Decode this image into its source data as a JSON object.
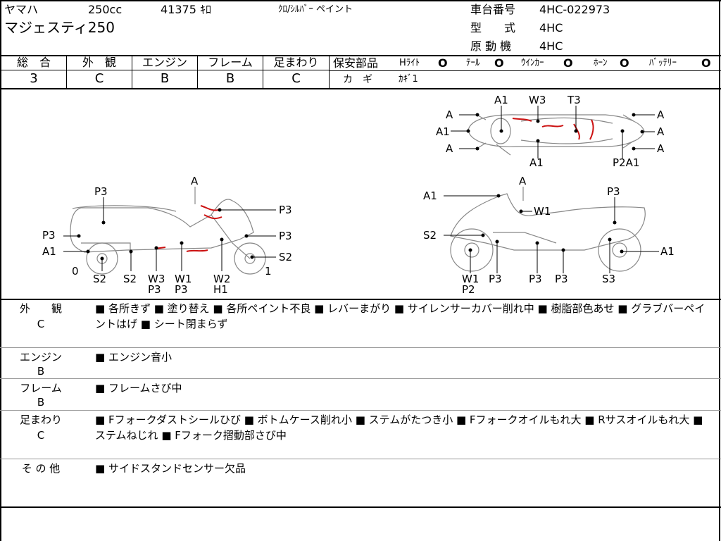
{
  "header": {
    "maker": "ヤマハ",
    "displacement": "250cc",
    "mileage": "41375 ｷﾛ",
    "color": "ｸﾛ/ｼﾙﾊﾞｰ ペイント",
    "model_name": "マジェスティ250",
    "frame_no_label": "車台番号",
    "frame_no": "4HC-022973",
    "type_label": "型　　式",
    "type_value": "4HC",
    "engine_label": "原 動 機",
    "engine_value": "4HC"
  },
  "grades": {
    "headers": [
      "総　合",
      "外　観",
      "エンジン",
      "フレーム",
      "足まわり"
    ],
    "values": [
      "3",
      "C",
      "B",
      "B",
      "C"
    ]
  },
  "safety": {
    "title": "保安部品",
    "items": [
      "Hﾗｲﾄ",
      "ﾃｰﾙ",
      "ｳｲﾝｶｰ",
      "ﾎｰﾝ",
      "ﾊﾞｯﾃﾘｰ"
    ],
    "mark": "O",
    "key_label": "カ　ギ",
    "key_value": "ｶｷﾞ1"
  },
  "diagram_labels": {
    "top": [
      "A1",
      "W3",
      "T3",
      "A",
      "A1",
      "A",
      "A",
      "A",
      "A",
      "A1",
      "P2A1"
    ],
    "left": [
      "A",
      "P3",
      "P3",
      "P3",
      "P3",
      "A1",
      "0",
      "S2",
      "S2",
      "W3",
      "P3",
      "W1",
      "P3",
      "W2",
      "H1",
      "S2",
      "1"
    ],
    "right": [
      "A",
      "A1",
      "P3",
      "W1",
      "S2",
      "A1",
      "W1",
      "P2",
      "P3",
      "P3",
      "P3",
      "S3"
    ]
  },
  "sections": [
    {
      "title": "外　　観",
      "grade": "C",
      "text": "■ 各所きず ■ 塗り替え ■ 各所ペイント不良 ■ レバーまがり ■ サイレンサーカバー削れ中 ■ 樹脂部色あせ ■ グラブバーペイントはげ ■ シート閉まらず"
    },
    {
      "title": "エンジン",
      "grade": "B",
      "text": "■ エンジン音小"
    },
    {
      "title": "フレーム",
      "grade": "B",
      "text": "■ フレームさび中"
    },
    {
      "title": "足まわり",
      "grade": "C",
      "text": "■ Fフォークダストシールひび ■ ボトムケース削れ小 ■ ステムがたつき小 ■ Fフォークオイルもれ大 ■ Rサスオイルもれ大 ■ ステムねじれ ■ Fフォーク摺動部さび中"
    },
    {
      "title": "そ の 他",
      "grade": "",
      "text": "■ サイドスタンドセンサー欠品"
    }
  ],
  "colors": {
    "damage": "#cc1111",
    "line": "#000000",
    "sketch": "#777777"
  }
}
